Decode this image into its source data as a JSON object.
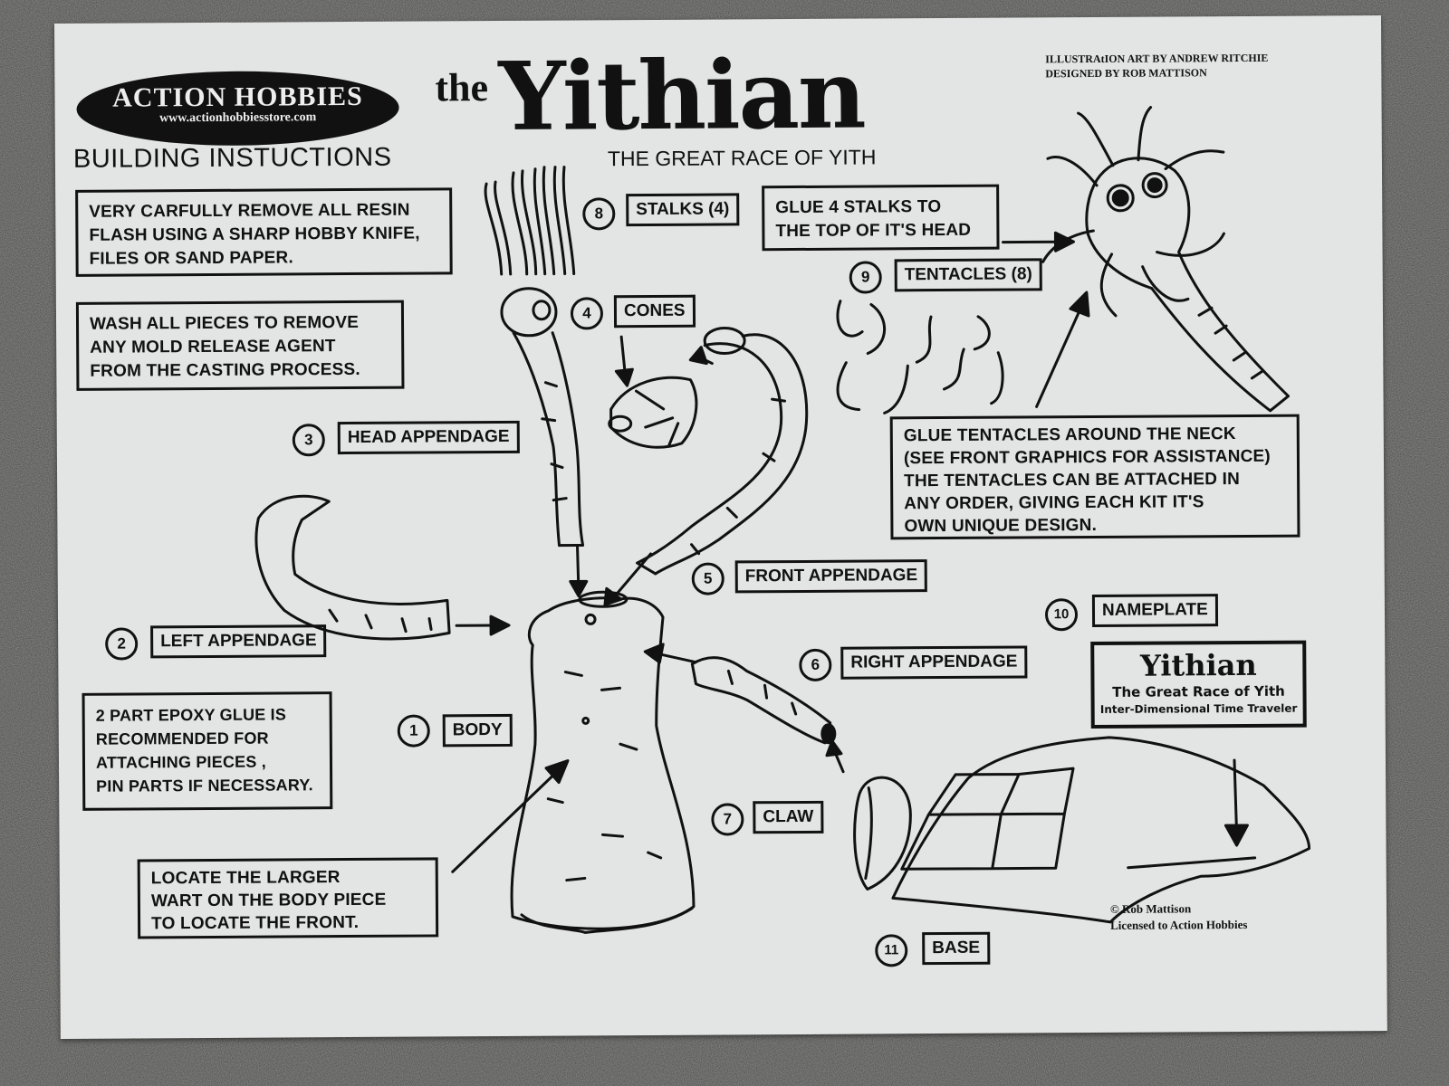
{
  "brand": {
    "name": "ACTION HOBBIES",
    "url": "www.actionhobbiesstore.com"
  },
  "header": {
    "section_title": "BUILDING INSTUCTIONS",
    "title_prefix": "the",
    "title": "Yithian",
    "subtitle": "THE GREAT RACE OF YITH",
    "credit_illustration": "ILLUSTRAtION ART BY ANDREW RITCHIE",
    "credit_design": "DESIGNED BY ROB MATTISON"
  },
  "notes": {
    "resin": "VERY CARFULLY REMOVE ALL RESIN\nFLASH USING A SHARP HOBBY KNIFE,\nFILES OR SAND PAPER.",
    "wash": "WASH ALL PIECES TO REMOVE\nANY MOLD RELEASE AGENT\nFROM THE CASTING PROCESS.",
    "stalks": "GLUE 4 STALKS TO\nTHE TOP OF IT'S HEAD",
    "tentacles": "GLUE TENTACLES AROUND THE NECK\n(SEE FRONT GRAPHICS FOR ASSISTANCE)\nTHE TENTACLES CAN BE ATTACHED IN\nANY ORDER, GIVING EACH KIT IT'S\nOWN UNIQUE DESIGN.",
    "epoxy": "2 PART EPOXY GLUE IS\nRECOMMENDED FOR\nATTACHING PIECES ,\nPIN PARTS IF NECESSARY.",
    "wart": "LOCATE THE LARGER\nWART ON THE BODY PIECE\nTO LOCATE THE FRONT."
  },
  "parts": [
    {
      "number": "1",
      "label": "BODY"
    },
    {
      "number": "2",
      "label": "LEFT APPENDAGE"
    },
    {
      "number": "3",
      "label": "HEAD APPENDAGE"
    },
    {
      "number": "4",
      "label": "CONES"
    },
    {
      "number": "5",
      "label": "FRONT APPENDAGE"
    },
    {
      "number": "6",
      "label": "RIGHT APPENDAGE"
    },
    {
      "number": "7",
      "label": "CLAW"
    },
    {
      "number": "8",
      "label": "STALKS (4)"
    },
    {
      "number": "9",
      "label": "TENTACLES (8)"
    },
    {
      "number": "10",
      "label": "NAMEPLATE"
    },
    {
      "number": "11",
      "label": "BASE"
    }
  ],
  "nameplate": {
    "title": "Yithian",
    "line1": "The Great Race of Yith",
    "line2": "Inter-Dimensional Time Traveler"
  },
  "copyright": {
    "line1": "© Rob Mattison",
    "line2": "Licensed to Action Hobbies"
  },
  "colors": {
    "paper": "#e2e5e3",
    "ink": "#111111",
    "carpet": "#4a4a48"
  }
}
